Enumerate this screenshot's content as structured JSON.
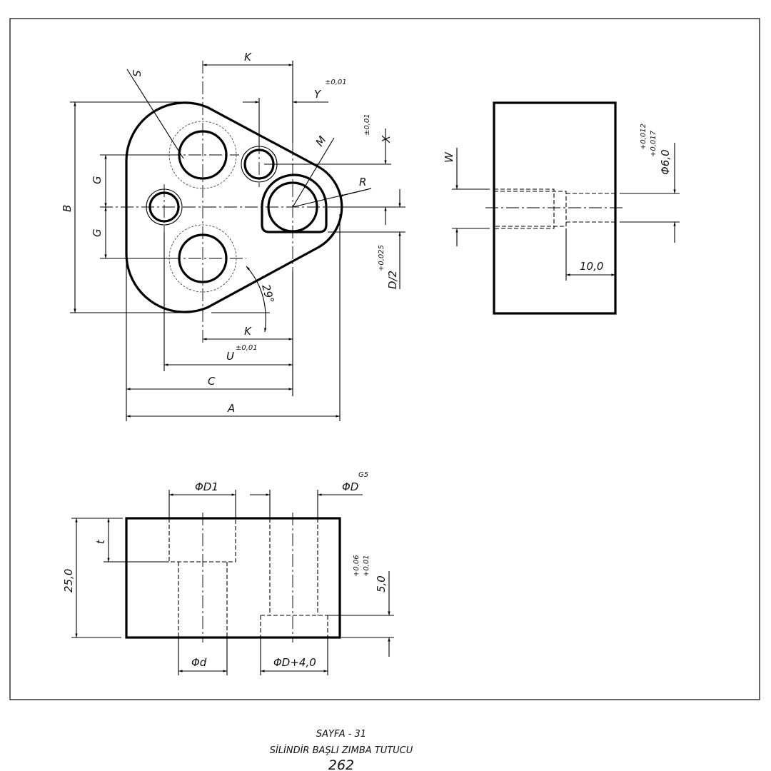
{
  "top_view": {
    "dim_k_top": "K",
    "dim_y": "Y",
    "dim_y_tol": "±0,01",
    "dim_s": "S",
    "dim_m": "M",
    "dim_r": "R",
    "dim_x": "X",
    "dim_x_tol": "±0,01",
    "dim_d2": "D/2",
    "dim_d2_tol": "+0,025",
    "dim_b": "B",
    "dim_g1": "G",
    "dim_g2": "G",
    "angle": "29°",
    "dim_k_bottom": "K",
    "dim_u": "U",
    "dim_u_tol": "±0,01",
    "dim_c": "C",
    "dim_a": "A"
  },
  "side_view": {
    "dim_w": "W",
    "dim_phi6": "Φ6,0",
    "dim_phi6_tol_upper": "+0,017",
    "dim_phi6_tol_lower": "+0,012",
    "dim_depth": "10,0"
  },
  "front_view": {
    "dim_phi_d1": "ΦD1",
    "dim_phi_d": "ΦD",
    "dim_phi_d_fit": "G5",
    "dim_height": "25,0",
    "dim_t": "t",
    "dim_5": "5,0",
    "dim_5_tol_upper": "+0,06",
    "dim_5_tol_lower": "+0,01",
    "dim_phi_small_d": "Φd",
    "dim_phi_d_plus": "ΦD+4,0"
  },
  "footer": {
    "page": "SAYFA - 31",
    "title": "SİLİNDİR BAŞLI ZIMBA TUTUCU",
    "number": "262"
  }
}
